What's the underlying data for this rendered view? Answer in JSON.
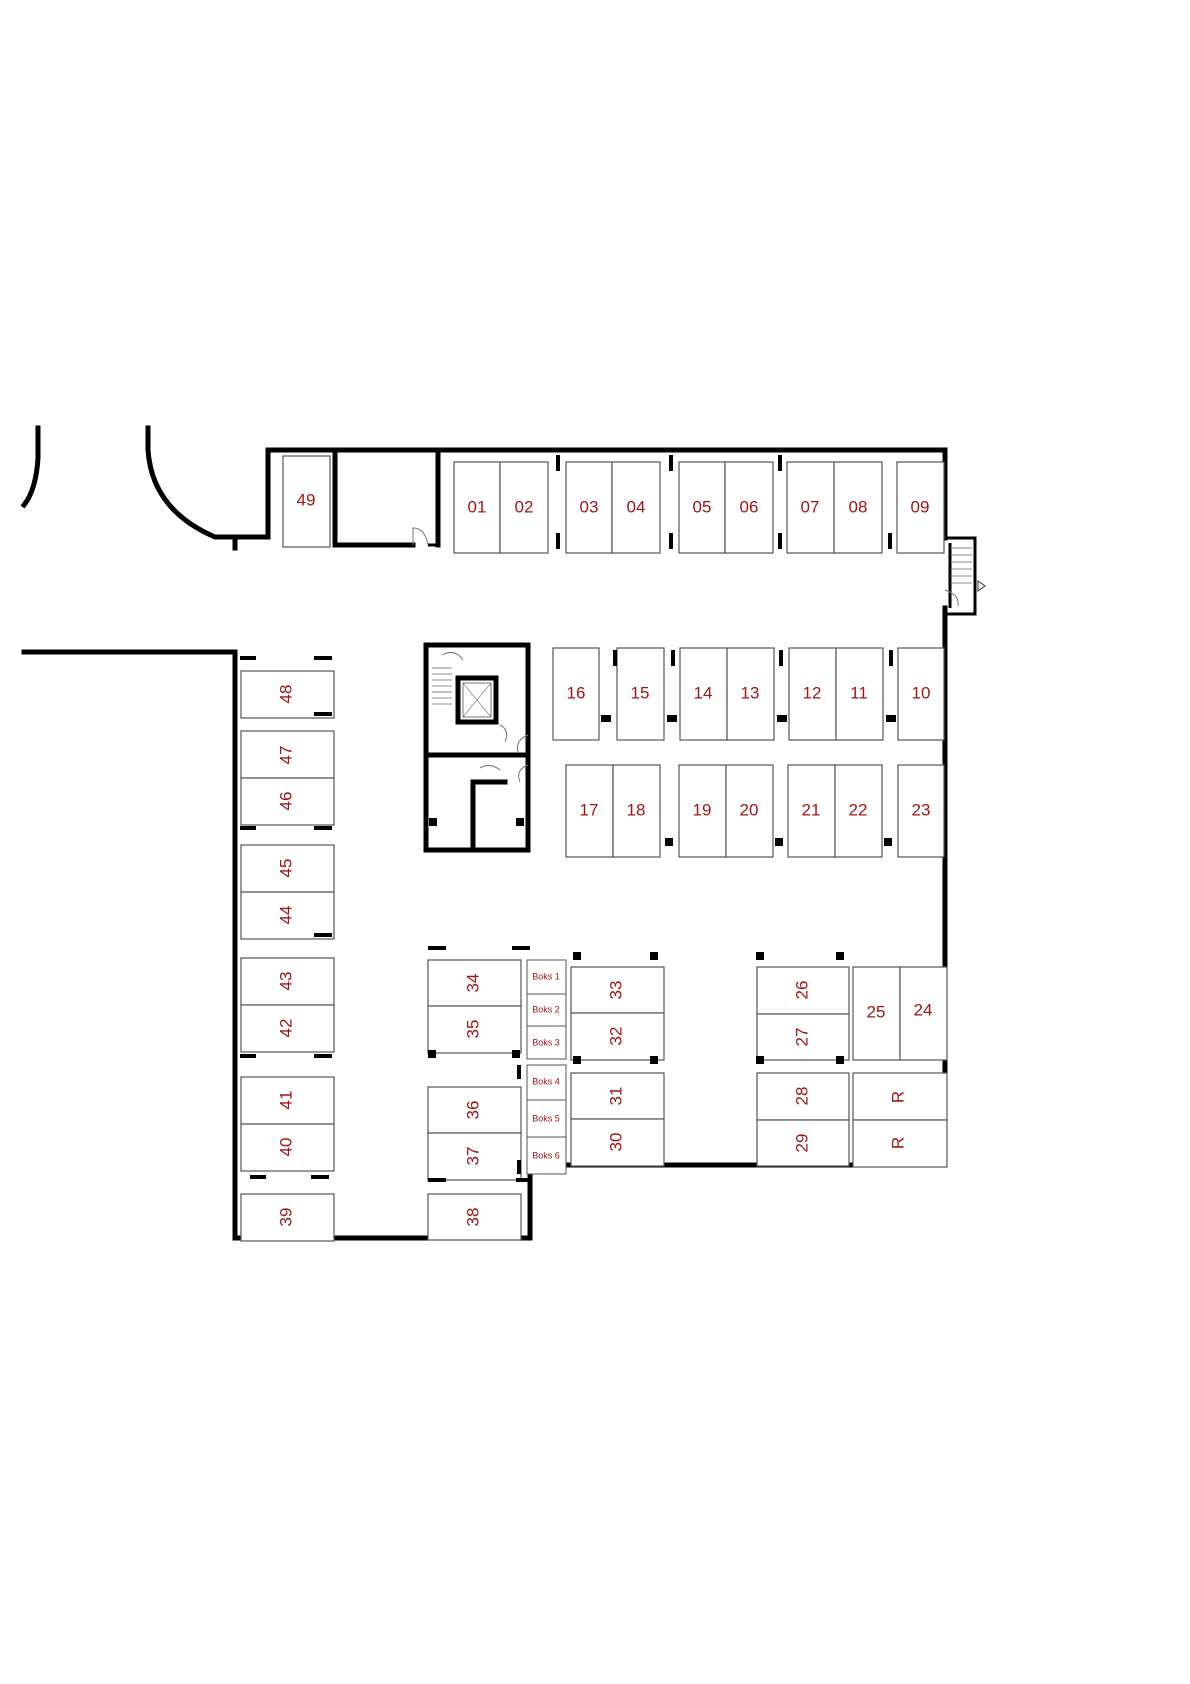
{
  "colors": {
    "label": "#a01616",
    "wall": "#000000",
    "space_border": "#555555"
  },
  "spaces": {
    "s49": "49",
    "s01": "01",
    "s02": "02",
    "s03": "03",
    "s04": "04",
    "s05": "05",
    "s06": "06",
    "s07": "07",
    "s08": "08",
    "s09": "09",
    "s10": "10",
    "s11": "11",
    "s12": "12",
    "s13": "13",
    "s14": "14",
    "s15": "15",
    "s16": "16",
    "s17": "17",
    "s18": "18",
    "s19": "19",
    "s20": "20",
    "s21": "21",
    "s22": "22",
    "s23": "23",
    "s24": "24",
    "s25": "25",
    "s26": "26",
    "s27": "27",
    "s28": "28",
    "s29": "29",
    "s30": "30",
    "s31": "31",
    "s32": "32",
    "s33": "33",
    "s34": "34",
    "s35": "35",
    "s36": "36",
    "s37": "37",
    "s38": "38",
    "s39": "39",
    "s40": "40",
    "s41": "41",
    "s42": "42",
    "s43": "43",
    "s44": "44",
    "s45": "45",
    "s46": "46",
    "s47": "47",
    "s48": "48",
    "r1": "R",
    "r2": "R"
  },
  "boxes": {
    "b1": "Boks 1",
    "b2": "Boks 2",
    "b3": "Boks 3",
    "b4": "Boks 4",
    "b5": "Boks 5",
    "b6": "Boks 6"
  },
  "icons": [
    "stairs-icon",
    "elevator-icon",
    "door-swing-icon",
    "entrance-arrow-icon"
  ]
}
